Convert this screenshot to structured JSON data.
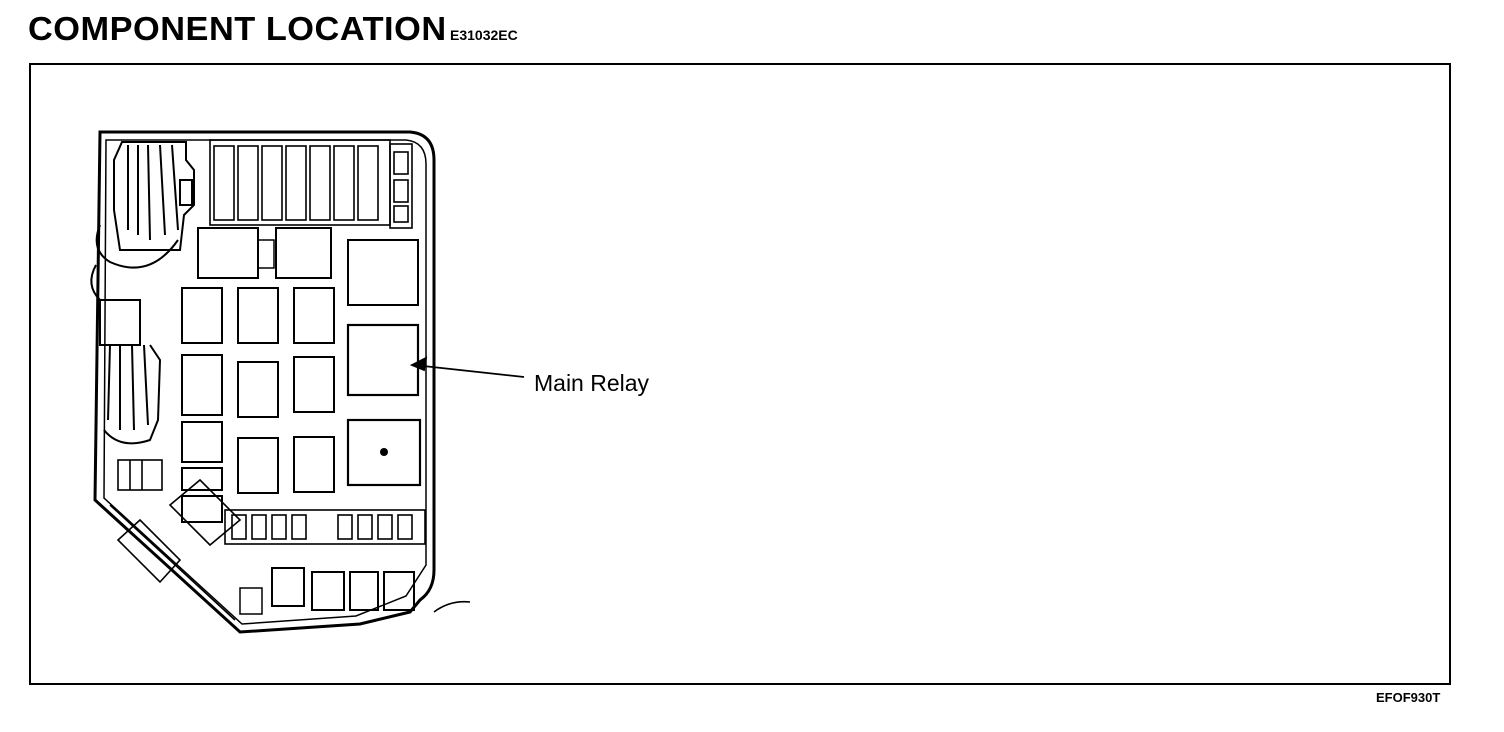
{
  "header": {
    "title": "COMPONENT LOCATION",
    "section_code": "E31032EC"
  },
  "diagram": {
    "callouts": [
      {
        "label": "Main Relay"
      }
    ],
    "figure_code": "EFOF930T"
  }
}
